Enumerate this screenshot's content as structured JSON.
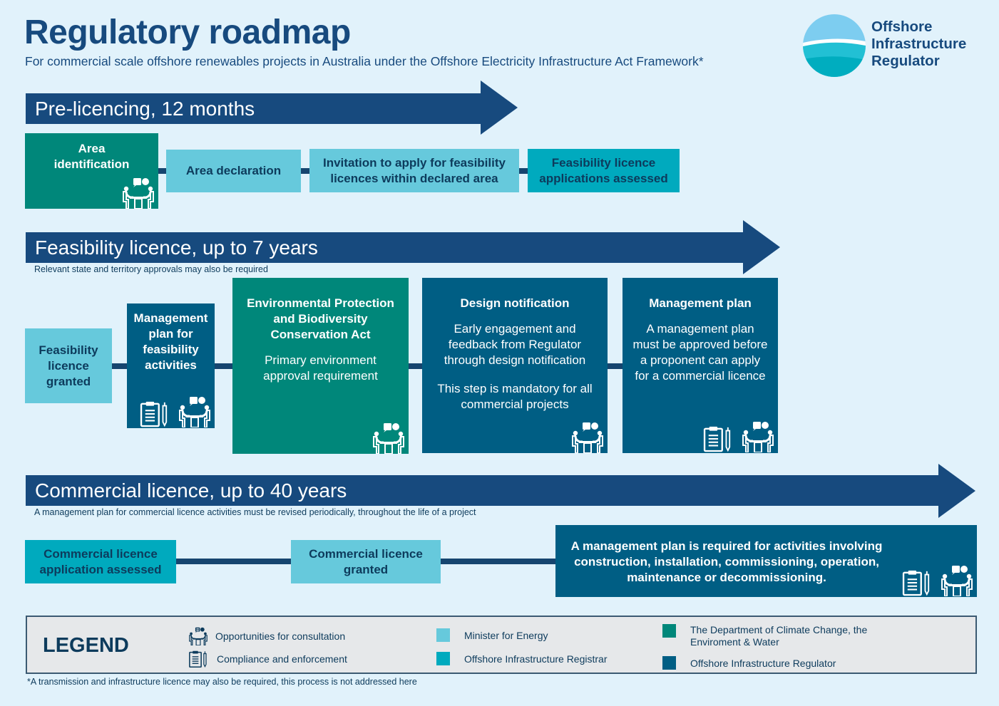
{
  "header": {
    "title": "Regulatory roadmap",
    "subtitle": "For commercial scale offshore renewables projects in Australia under the Offshore Electricity Infrastructure Act Framework*",
    "logo": {
      "icon": "wave-circle-logo-icon",
      "lines": [
        "Offshore",
        "Infrastructure",
        "Regulator"
      ]
    }
  },
  "colors": {
    "minister_for_energy": "#66c9dc",
    "offshore_infrastructure_registrar": "#00aabe",
    "department_climate_change": "#00877a",
    "offshore_infrastructure_regulator": "#005e84",
    "phase_arrow": "#174a7e",
    "background": "#e1f2fb"
  },
  "phases": [
    {
      "label": "Pre-licencing, 12 months",
      "note": "",
      "steps": [
        {
          "title": "Area identification",
          "body": [],
          "owner": "department_climate_change",
          "icons": [
            "consultation"
          ]
        },
        {
          "title": "Area declaration",
          "body": [],
          "owner": "minister_for_energy",
          "icons": []
        },
        {
          "title": "Invitation to apply for feasibility licences within declared area",
          "body": [],
          "owner": "minister_for_energy",
          "icons": []
        },
        {
          "title": "Feasibility licence applications assessed",
          "body": [],
          "owner": "offshore_infrastructure_registrar",
          "icons": []
        }
      ]
    },
    {
      "label": "Feasibility licence, up to 7 years",
      "note": "Relevant state and territory approvals may also be required",
      "steps": [
        {
          "title": "Feasibility licence granted",
          "body": [],
          "owner": "minister_for_energy",
          "icons": []
        },
        {
          "title": "Management plan for feasibility activities",
          "body": [],
          "owner": "offshore_infrastructure_regulator",
          "icons": [
            "compliance",
            "consultation"
          ]
        },
        {
          "title": "Environmental Protection and Biodiversity Conservation Act",
          "body": [
            "Primary environment approval requirement"
          ],
          "owner": "department_climate_change",
          "icons": [
            "consultation"
          ]
        },
        {
          "title": "Design notification",
          "body": [
            "Early engagement and feedback from Regulator through design notification",
            "This step is mandatory for all commercial projects"
          ],
          "owner": "offshore_infrastructure_regulator",
          "icons": [
            "consultation"
          ]
        },
        {
          "title": "Management plan",
          "body": [
            "A management plan must be approved before a proponent can apply for a commercial licence"
          ],
          "owner": "offshore_infrastructure_regulator",
          "icons": [
            "compliance",
            "consultation"
          ]
        }
      ]
    },
    {
      "label": "Commercial licence, up to 40 years",
      "note": "A management plan for commercial licence activities must be revised periodically, throughout the life of a project",
      "steps": [
        {
          "title": "Commercial licence application assessed",
          "body": [],
          "owner": "offshore_infrastructure_registrar",
          "icons": []
        },
        {
          "title": "Commercial licence granted",
          "body": [],
          "owner": "minister_for_energy",
          "icons": []
        },
        {
          "title": "A management plan is required for activities involving construction, installation, commissioning, operation, maintenance or decommissioning.",
          "body": [],
          "owner": "offshore_infrastructure_regulator",
          "icons": [
            "compliance",
            "consultation"
          ]
        }
      ]
    }
  ],
  "legend": {
    "title": "LEGEND",
    "icon_items": [
      {
        "icon": "consultation-icon",
        "label": "Opportunities for consultation"
      },
      {
        "icon": "compliance-icon",
        "label": "Compliance and enforcement"
      }
    ],
    "color_items": [
      {
        "label": "Minister for Energy",
        "color": "#66c9dc"
      },
      {
        "label": "Offshore Infrastructure Registrar",
        "color": "#00aabe"
      },
      {
        "label": "The Department of Climate Change, the Enviroment & Water",
        "color": "#00877a"
      },
      {
        "label": "Offshore Infrastructure Regulator",
        "color": "#005e84"
      }
    ]
  },
  "footnote": "*A transmission and infrastructure licence may also be required,  this process is not addressed here"
}
